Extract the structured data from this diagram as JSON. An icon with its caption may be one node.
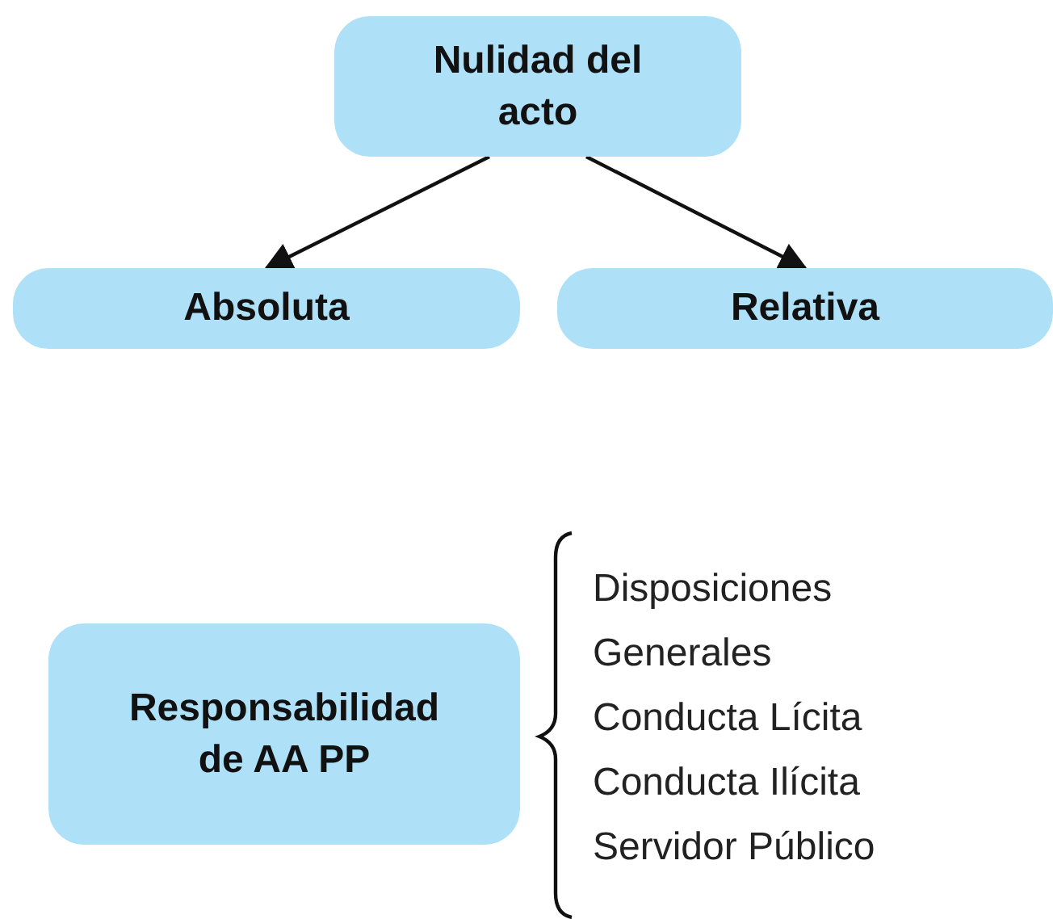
{
  "diagram": {
    "nodes": [
      {
        "text": [
          "Nulidad del acto"
        ]
      },
      {
        "text": [
          "Absoluta"
        ]
      },
      {
        "text": [
          "Relativa"
        ]
      },
      {
        "text": [
          "Responsabilidad de AA PP"
        ]
      }
    ],
    "edges": [
      {
        "from": 0,
        "to": 1,
        "arrow": "to"
      },
      {
        "from": 0,
        "to": 2,
        "arrow": "to"
      }
    ],
    "labels": [
      "Disposiciones Generales",
      "Conducta Lícita",
      "Conducta Ilícita",
      "Servidor Público"
    ]
  }
}
